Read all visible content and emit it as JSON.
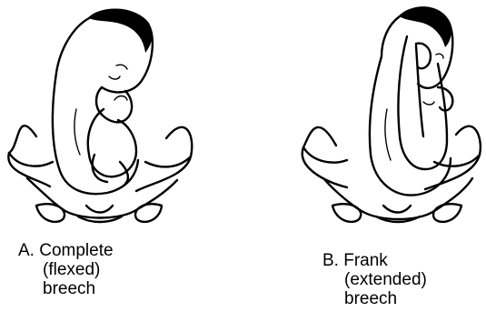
{
  "figures": [
    {
      "id": "a",
      "caption": [
        "A. Complete",
        "(flexed)",
        "breech"
      ],
      "icon": "fetus-complete-breech-in-pelvis"
    },
    {
      "id": "b",
      "caption": [
        "B. Frank",
        "(extended)",
        "breech"
      ],
      "icon": "fetus-frank-breech-in-pelvis"
    }
  ]
}
